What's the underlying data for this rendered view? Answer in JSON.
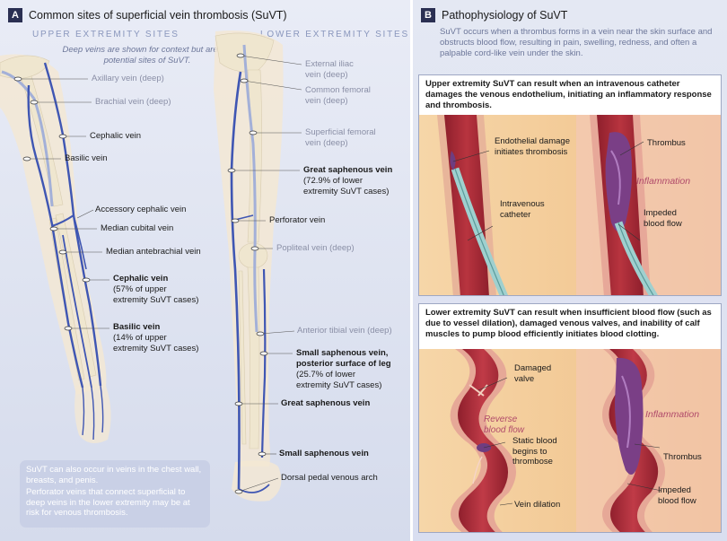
{
  "panel_a": {
    "letter": "A",
    "title": "Common sites of superficial vein thrombosis (SuVT)",
    "upper_heading": "UPPER EXTREMITY SITES",
    "lower_heading": "LOWER EXTREMITY SITES",
    "context_note": "Deep veins are shown for context but are not potential sites of SuVT.",
    "upper_labels": {
      "axillary": "Axillary vein (deep)",
      "brachial": "Brachial vein (deep)",
      "cephalic": "Cephalic vein",
      "basilic": "Basilic vein",
      "accessory_cephalic": "Accessory cephalic vein",
      "median_cubital": "Median cubital vein",
      "median_antebrachial": "Median antebrachial vein",
      "cephalic_stat_title": "Cephalic vein",
      "cephalic_stat_line1": "(57% of upper",
      "cephalic_stat_line2": "extremity SuVT cases)",
      "basilic_stat_title": "Basilic vein",
      "basilic_stat_line1": "(14% of upper",
      "basilic_stat_line2": "extremity SuVT cases)"
    },
    "lower_labels": {
      "external_iliac_1": "External iliac",
      "external_iliac_2": "vein (deep)",
      "common_femoral_1": "Common femoral",
      "common_femoral_2": "vein (deep)",
      "superficial_femoral_1": "Superficial femoral",
      "superficial_femoral_2": "vein (deep)",
      "gsv_title": "Great saphenous vein",
      "gsv_line1": "(72.9% of lower",
      "gsv_line2": "extremity SuVT cases)",
      "perforator": "Perforator vein",
      "popliteal": "Popliteal vein (deep)",
      "anterior_tibial": "Anterior tibial vein (deep)",
      "ssv_title_1": "Small saphenous vein,",
      "ssv_title_2": "posterior surface of leg",
      "ssv_line1": "(25.7% of lower",
      "ssv_line2": "extremity SuVT cases)",
      "great_saphenous": "Great saphenous vein",
      "small_saphenous": "Small saphenous vein",
      "dorsal_pedal": "Dorsal pedal venous arch"
    },
    "note": {
      "line1": "SuVT can also occur in veins in the chest wall, breasts, and penis.",
      "line2": "Perforator veins that connect superficial to deep veins in the lower extremity may be at risk for venous thrombosis."
    }
  },
  "panel_b": {
    "letter": "B",
    "title": "Pathophysiology of SuVT",
    "intro": "SuVT occurs when a thrombus forms in a vein near the skin surface and obstructs blood flow, resulting in pain, swelling, redness, and often a palpable cord-like vein under the skin.",
    "upper": {
      "caption": "Upper extremity SuVT can result when an intravenous catheter damages the venous endothelium, initiating an inflammatory response and thrombosis.",
      "endothelial_1": "Endothelial damage",
      "endothelial_2": "initiates thrombosis",
      "catheter_1": "Intravenous",
      "catheter_2": "catheter",
      "thrombus": "Thrombus",
      "inflammation": "Inflammation",
      "impeded_1": "Impeded",
      "impeded_2": "blood flow"
    },
    "lower": {
      "caption": "Lower extremity SuVT can result when insufficient blood flow (such as due to vessel dilation), damaged venous valves, and inability of calf muscles to pump blood efficiently initiates blood clotting.",
      "damaged_1": "Damaged",
      "damaged_2": "valve",
      "reverse_1": "Reverse",
      "reverse_2": "blood flow",
      "static_1": "Static blood",
      "static_2": "begins to",
      "static_3": "thrombose",
      "dilation": "Vein dilation",
      "inflammation": "Inflammation",
      "thrombus": "Thrombus",
      "impeded_1": "Impeded",
      "impeded_2": "blood flow"
    }
  },
  "colors": {
    "panel_bg": "#e9ecf6",
    "vein_blue": "#3f56b3",
    "bone": "#f0ead8",
    "vessel_red": "#a8303c",
    "skin": "#f4cfa0",
    "inflammation": "#b04a6a",
    "thrombus": "#7a3f86"
  }
}
